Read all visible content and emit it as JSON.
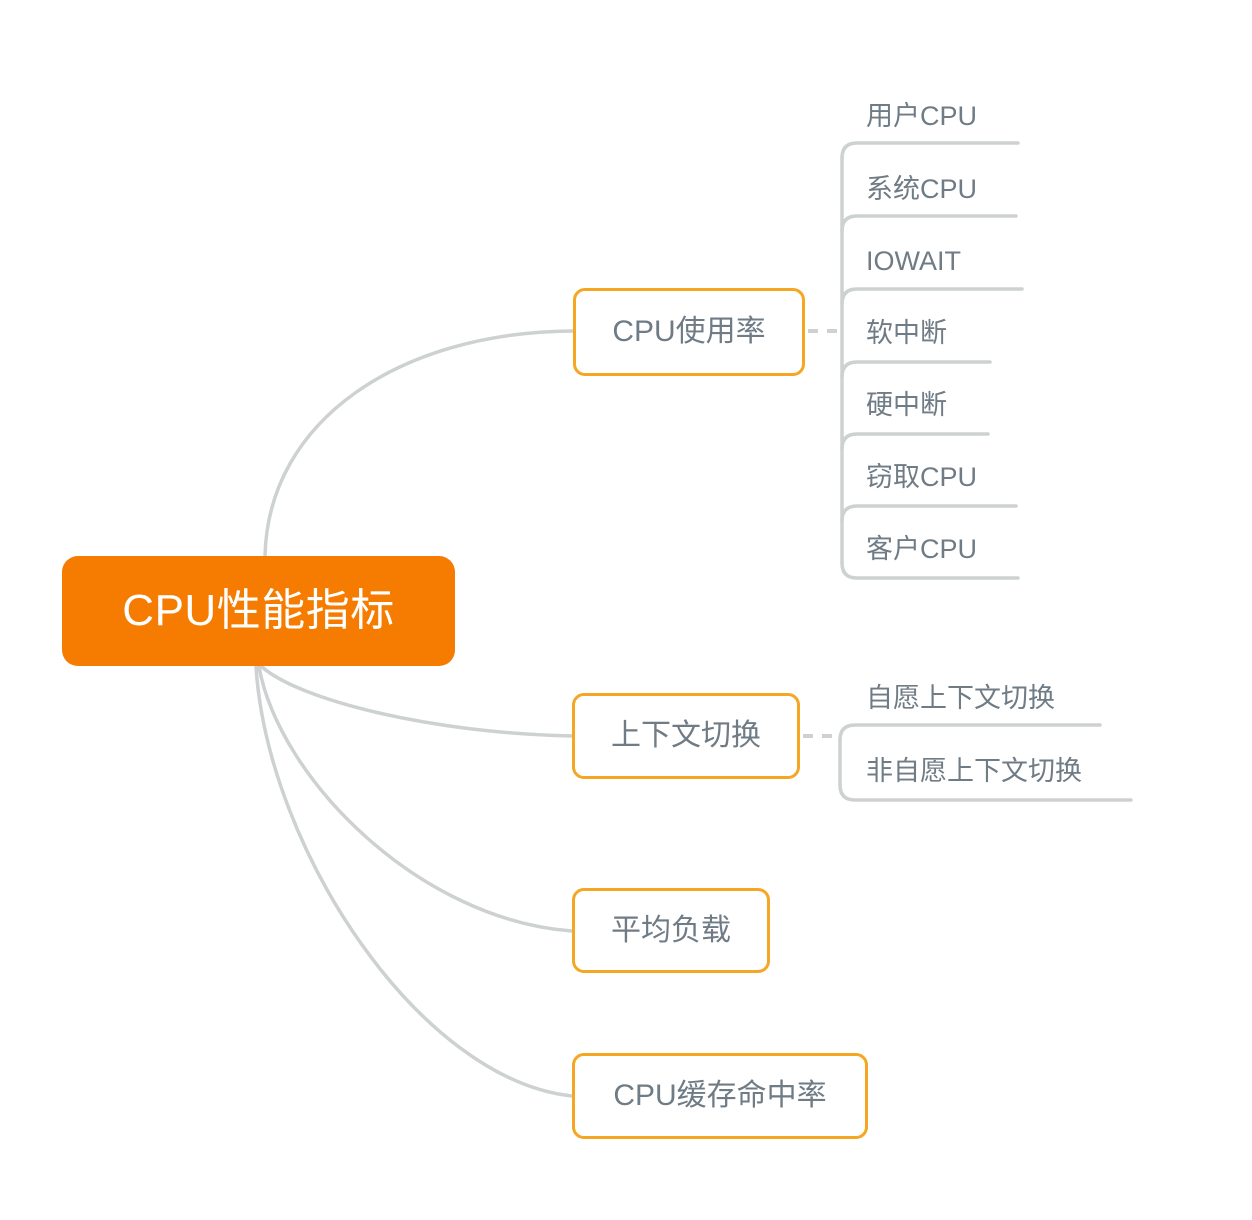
{
  "diagram": {
    "title": "CPU性能指标",
    "type": "mindmap",
    "background_color": "#ffffff",
    "root_fill_color": "#f57c00",
    "root_text_color": "#ffffff",
    "branch_border_color": "#f5a623",
    "branch_fill_color": "#ffffff",
    "text_color": "#6f7b85",
    "connector_color": "#cdd1d2"
  },
  "root": {
    "label": "CPU性能指标"
  },
  "branches": [
    {
      "id": "cpu-usage",
      "label": "CPU使用率",
      "children": [
        {
          "id": "user-cpu",
          "label": "用户CPU"
        },
        {
          "id": "system-cpu",
          "label": "系统CPU"
        },
        {
          "id": "iowait",
          "label": "IOWAIT"
        },
        {
          "id": "soft-irq",
          "label": "软中断"
        },
        {
          "id": "hard-irq",
          "label": "硬中断"
        },
        {
          "id": "steal-cpu",
          "label": "窃取CPU"
        },
        {
          "id": "guest-cpu",
          "label": "客户CPU"
        }
      ]
    },
    {
      "id": "context-switch",
      "label": "上下文切换",
      "children": [
        {
          "id": "voluntary-context-switch",
          "label": "自愿上下文切换"
        },
        {
          "id": "involuntary-context-switch",
          "label": "非自愿上下文切换"
        }
      ]
    },
    {
      "id": "load-average",
      "label": "平均负载",
      "children": []
    },
    {
      "id": "cache-hit-rate",
      "label": "CPU缓存命中率",
      "children": []
    }
  ]
}
